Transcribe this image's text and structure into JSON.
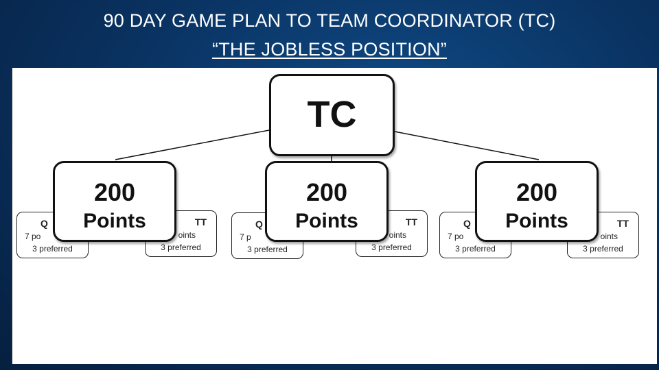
{
  "title": {
    "line1": "90 DAY GAME PLAN TO TEAM COORDINATOR (TC)",
    "line2": "“THE JOBLESS POSITION”"
  },
  "diagram": {
    "top_node": {
      "label": "TC"
    },
    "groups": [
      {
        "points_value": "200",
        "points_label": "Points",
        "left_card": {
          "title": "Q",
          "line": "7 po",
          "preferred": "3 preferred"
        },
        "right_card": {
          "title": "TT",
          "line": "oints",
          "preferred": "3 preferred"
        }
      },
      {
        "points_value": "200",
        "points_label": "Points",
        "left_card": {
          "title": "Q",
          "line": "7 p",
          "preferred": "3 preferred"
        },
        "right_card": {
          "title": "TT",
          "line": "oints",
          "preferred": "3 preferred"
        }
      },
      {
        "points_value": "200",
        "points_label": "Points",
        "left_card": {
          "title": "Q",
          "line": "7 po",
          "preferred": "3 preferred"
        },
        "right_card": {
          "title": "TT",
          "line": "oints",
          "preferred": "3 preferred"
        }
      }
    ]
  }
}
